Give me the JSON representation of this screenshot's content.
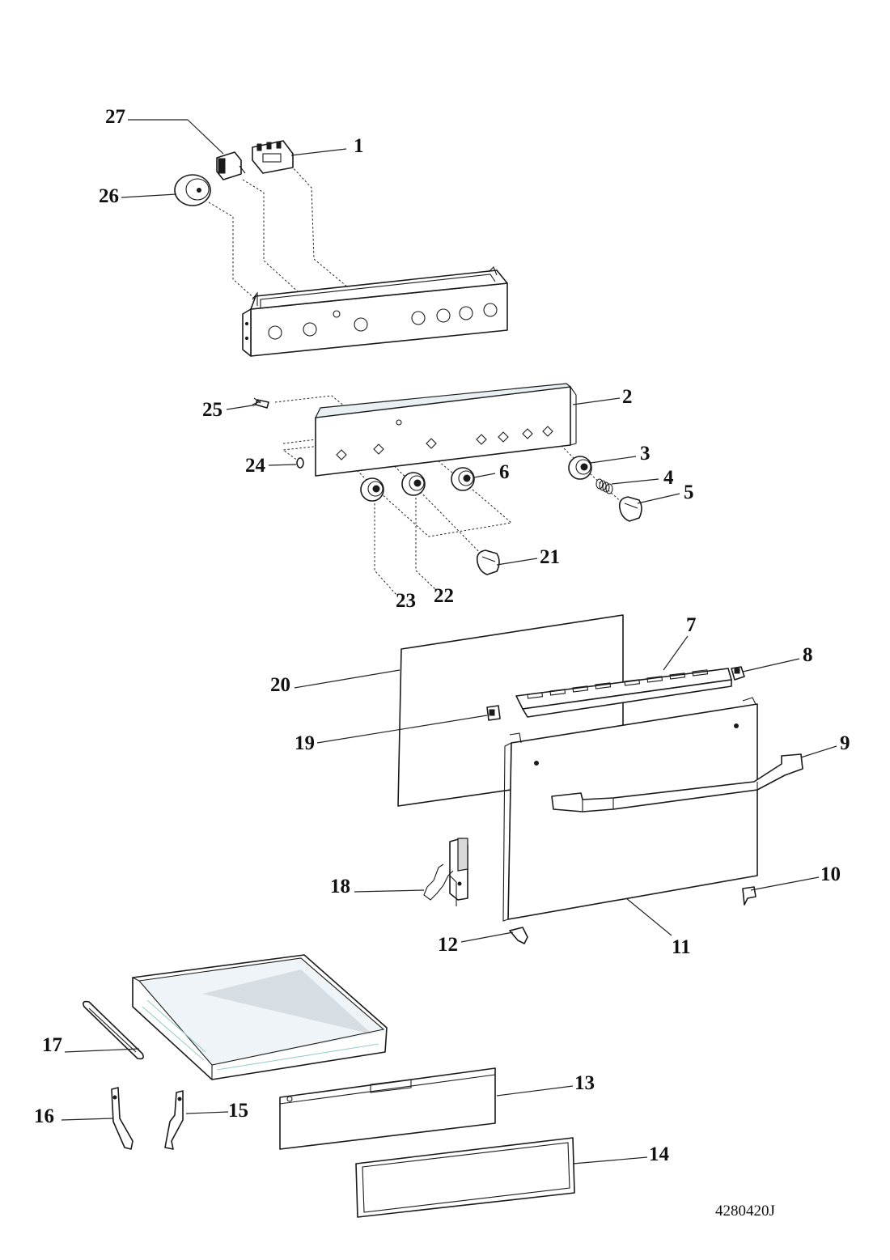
{
  "diagram": {
    "callouts": [
      "1",
      "2",
      "3",
      "4",
      "5",
      "6",
      "7",
      "8",
      "9",
      "10",
      "11",
      "12",
      "13",
      "14",
      "15",
      "16",
      "17",
      "18",
      "19",
      "20",
      "21",
      "22",
      "23",
      "24",
      "25",
      "26",
      "27"
    ],
    "reference_code": "4280420J"
  }
}
